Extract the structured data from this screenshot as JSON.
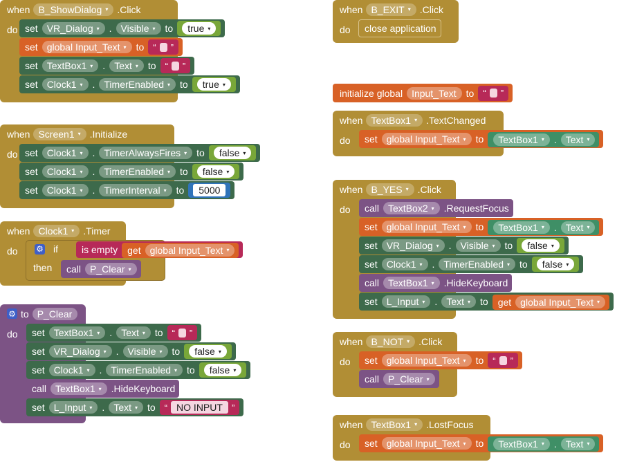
{
  "kw": {
    "when": "when",
    "do": "do",
    "set": "set",
    "call": "call",
    "to": "to",
    "get": "get",
    "if": "if",
    "then": "then",
    "dot": ".",
    "init_global": "initialize global",
    "is_empty": "is empty",
    "open_q": "“",
    "close_q": "”",
    "close_application": "close application"
  },
  "blocks": {
    "b_showdialog": {
      "component": "B_ShowDialog",
      "event": ".Click",
      "s1": {
        "comp": "VR_Dialog",
        "prop": "Visible",
        "val": "true"
      },
      "s2": {
        "var": "global Input_Text"
      },
      "s3": {
        "comp": "TextBox1",
        "prop": "Text"
      },
      "s4": {
        "comp": "Clock1",
        "prop": "TimerEnabled",
        "val": "true"
      }
    },
    "screen1_init": {
      "component": "Screen1",
      "event": ".Initialize",
      "s1": {
        "comp": "Clock1",
        "prop": "TimerAlwaysFires",
        "val": "false"
      },
      "s2": {
        "comp": "Clock1",
        "prop": "TimerEnabled",
        "val": "false"
      },
      "s3": {
        "comp": "Clock1",
        "prop": "TimerInterval",
        "val": "5000"
      }
    },
    "clock1_timer": {
      "component": "Clock1",
      "event": ".Timer",
      "cond_var": "global Input_Text",
      "call_proc": "P_Clear"
    },
    "p_clear": {
      "name": "P_Clear",
      "s1": {
        "comp": "TextBox1",
        "prop": "Text"
      },
      "s2": {
        "comp": "VR_Dialog",
        "prop": "Visible",
        "val": "false"
      },
      "s3": {
        "comp": "Clock1",
        "prop": "TimerEnabled",
        "val": "false"
      },
      "s4": {
        "comp": "TextBox1",
        "method": ".HideKeyboard"
      },
      "s5": {
        "comp": "L_Input",
        "prop": "Text",
        "val": "NO INPUT"
      }
    },
    "b_exit": {
      "component": "B_EXIT",
      "event": ".Click"
    },
    "global_init": {
      "name": "Input_Text"
    },
    "textbox1_changed": {
      "component": "TextBox1",
      "event": ".TextChanged",
      "s1": {
        "var": "global Input_Text",
        "comp": "TextBox1",
        "prop": "Text"
      }
    },
    "b_yes": {
      "component": "B_YES",
      "event": ".Click",
      "s1": {
        "comp": "TextBox2",
        "method": ".RequestFocus"
      },
      "s2": {
        "var": "global Input_Text",
        "comp": "TextBox1",
        "prop": "Text"
      },
      "s3": {
        "comp": "VR_Dialog",
        "prop": "Visible",
        "val": "false"
      },
      "s4": {
        "comp": "Clock1",
        "prop": "TimerEnabled",
        "val": "false"
      },
      "s5": {
        "comp": "TextBox1",
        "method": ".HideKeyboard"
      },
      "s6": {
        "comp": "L_Input",
        "prop": "Text",
        "var": "global Input_Text"
      }
    },
    "b_not": {
      "component": "B_NOT",
      "event": ".Click",
      "s1": {
        "var": "global Input_Text"
      },
      "s2": {
        "proc": "P_Clear"
      }
    },
    "textbox1_lost": {
      "component": "TextBox1",
      "event": ".LostFocus",
      "s1": {
        "var": "global Input_Text",
        "comp": "TextBox1",
        "prop": "Text"
      }
    }
  },
  "colors": {
    "event": "#b18e35",
    "component_set": "#3d6a4b",
    "variable": "#d86126",
    "procedure": "#7c5385",
    "logic": "#79a739",
    "text": "#b72958",
    "math": "#2f74ba"
  },
  "icons": {
    "caret": "▾",
    "gear": "⚙"
  }
}
